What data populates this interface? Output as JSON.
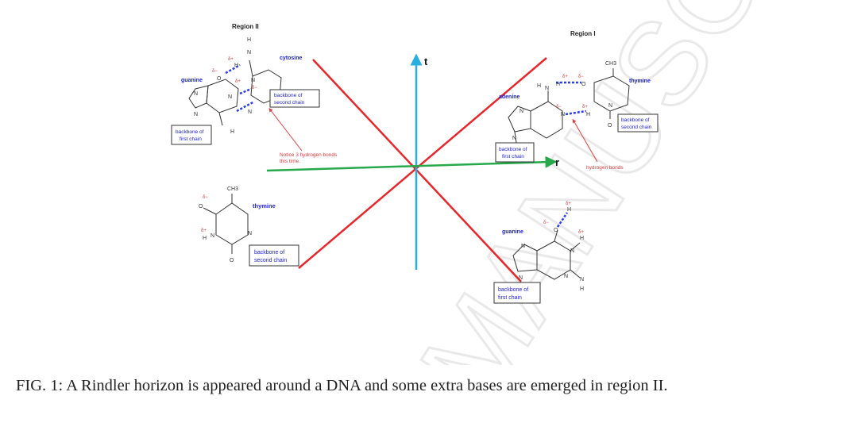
{
  "figure": {
    "region_labels": {
      "left": "Region II",
      "right": "Region I"
    },
    "axes": {
      "time": "t",
      "space": "r"
    },
    "colors": {
      "horizon": "#e8262b",
      "t_axis": "#28aee0",
      "r_axis": "#27a84a",
      "label_blue": "#1f22d6",
      "annotation_red": "#e03a3a",
      "watermark": "#ececec"
    },
    "atoms": {
      "h": "H",
      "n": "N",
      "o": "O",
      "ch3": "CH3",
      "delta_plus": "δ+",
      "delta_minus": "δ−"
    },
    "bases": {
      "guanine_top_left": "guanine",
      "cytosine": "cytosine",
      "thymine_left": "thymine",
      "adenine": "adenine",
      "thymine_right": "thymine",
      "guanine_bottom_right": "guanine"
    },
    "backbones": {
      "first_chain_l1": "backbone of",
      "first_chain_l2": "first chain",
      "second_chain_l1": "backbone of",
      "second_chain_l2": "second chain"
    },
    "annotations": {
      "notice_l1": "Notice 3 hydrogen bonds",
      "notice_l2": "this time.",
      "hydrogen_bonds": "hydrogen bonds"
    },
    "watermark": "MANUSCRIPT"
  },
  "caption": {
    "text": "FIG. 1: A Rindler horizon is appeared around a DNA and some extra bases are emerged in region II."
  }
}
